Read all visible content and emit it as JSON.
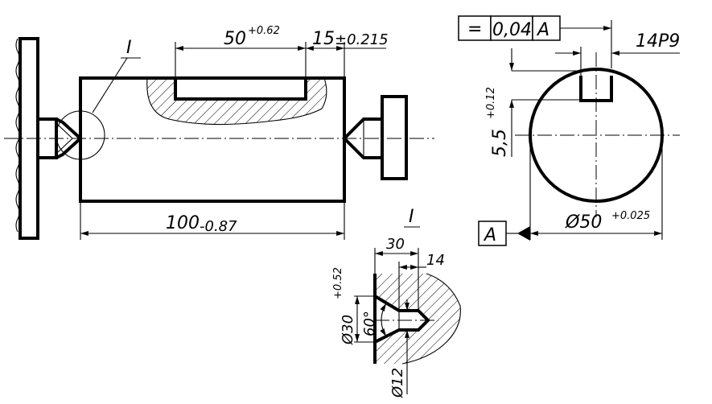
{
  "drawing": {
    "main_view": {
      "callout_mark": "I",
      "keyway_length": "50",
      "keyway_length_tol": "+0.62",
      "keyway_offset": "15",
      "keyway_offset_tol": "±0.215",
      "part_length": "100",
      "part_length_tol": "-0.87"
    },
    "section_view": {
      "tolerance_frame": {
        "symbol": "=",
        "value": "0,04",
        "datum": "A"
      },
      "key_width": "14P9",
      "key_depth": "5,5",
      "key_depth_tol": "+0.12",
      "datum_label": "A",
      "diameter": "Ø50",
      "diameter_tol": "+0.025"
    },
    "detail_view": {
      "title": "I",
      "depth_total": "30",
      "depth_hole": "14",
      "chamfer_diameter": "Ø30",
      "chamfer_diameter_tol": "+0.52",
      "angle": "60°",
      "hole_diameter": "Ø12"
    }
  }
}
